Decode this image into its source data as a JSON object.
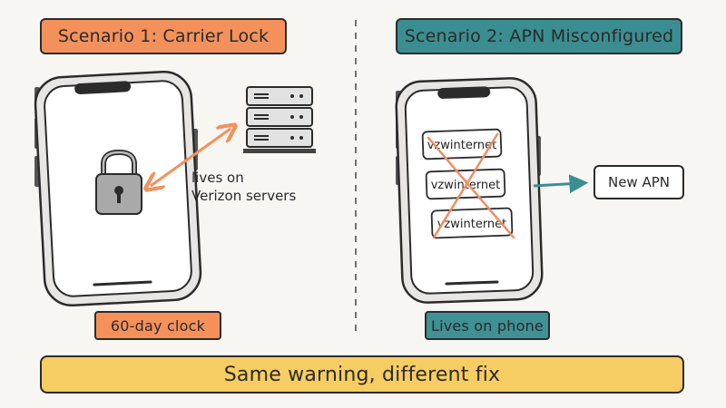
{
  "scenario_left": {
    "title": "Scenario 1: Carrier Lock",
    "server_label_line1": "lives on",
    "server_label_line2": "Verizon servers",
    "caption": "60-day clock",
    "accent_color": "#f4915b"
  },
  "scenario_right": {
    "title": "Scenario 2: APN Misconfigured",
    "apn_entries": [
      "vzwinternet",
      "vzwinternet",
      "vzwinternet"
    ],
    "new_apn": "New APN",
    "caption": "Lives on phone",
    "accent_color": "#3a8e91"
  },
  "footer": {
    "text": "Same warning, different fix",
    "color": "#f6cd63"
  },
  "icons": [
    "lock-icon",
    "server-icon",
    "cross-out-mark",
    "arrow-right-icon",
    "double-arrow-icon"
  ]
}
